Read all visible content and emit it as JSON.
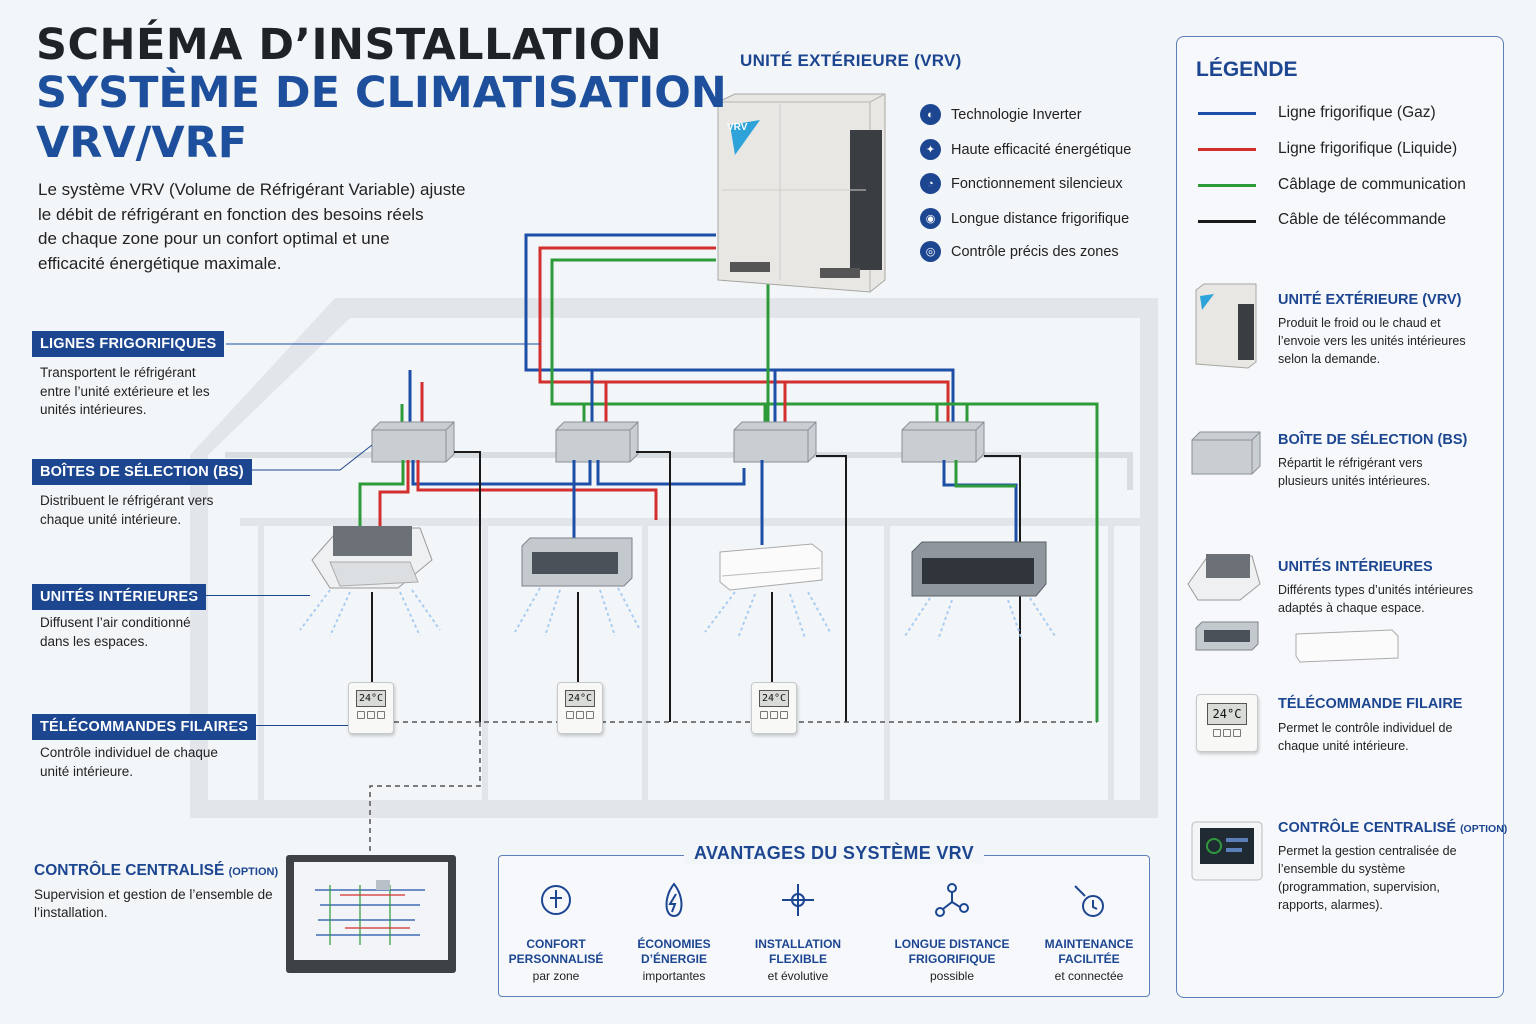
{
  "title": {
    "line1": "SCHÉMA D’INSTALLATION",
    "line2": "SYSTÈME DE CLIMATISATION",
    "line3": "VRV/VRF"
  },
  "intro_lines": [
    "Le système VRV (Volume de Réfrigérant Variable) ajuste",
    "le débit de réfrigérant en fonction des besoins réels",
    "de chaque zone pour un confort optimal et une",
    "efficacité énergétique maximale."
  ],
  "side": {
    "lignes": {
      "label": "LIGNES FRIGORIFIQUES",
      "desc": "Transportent le réfrigérant entre l’unité extérieure et les unités intérieures."
    },
    "boites": {
      "label": "BOÎTES DE SÉLECTION (BS)",
      "desc": "Distribuent le réfrigérant vers chaque unité intérieure."
    },
    "unites": {
      "label": "UNITÉS INTÉRIEURES",
      "desc": "Diffusent l’air conditionné dans les espaces."
    },
    "telecommandes": {
      "label": "TÉLÉCOMMANDES FILAIRES",
      "desc": "Contrôle individuel de chaque unité intérieure."
    }
  },
  "outdoor": {
    "title": "UNITÉ EXTÉRIEURE (VRV)",
    "logo": "VRV",
    "features": [
      "Technologie Inverter",
      "Haute efficacité énergétique",
      "Fonctionnement silencieux",
      "Longue distance frigorifique",
      "Contrôle précis des zones"
    ]
  },
  "remotes": {
    "temp": "24°C"
  },
  "legend": {
    "title": "LÉGENDE",
    "lines": [
      {
        "label": "Ligne frigorifique (Gaz)",
        "color": "#1d4fa8"
      },
      {
        "label": "Ligne frigorifique (Liquide)",
        "color": "#d32f2f"
      },
      {
        "label": "Câblage de communication",
        "color": "#2e9b3a"
      },
      {
        "label": "Câble de télécommande",
        "color": "#1a1a1a"
      }
    ],
    "items": [
      {
        "title": "UNITÉ EXTÉRIEURE (VRV)",
        "desc": "Produit le froid ou le chaud et l’envoie vers les unités intérieures selon la demande."
      },
      {
        "title": "BOÎTE DE SÉLECTION (BS)",
        "desc": "Répartit le réfrigérant vers plusieurs unités intérieures."
      },
      {
        "title": "UNITÉS INTÉRIEURES",
        "desc": "Différents types d’unités intérieures adaptés à chaque espace."
      },
      {
        "title": "TÉLÉCOMMANDE FILAIRE",
        "desc": "Permet le contrôle individuel de chaque unité intérieure."
      },
      {
        "title": "CONTRÔLE CENTRALISÉ",
        "option": "(OPTION)",
        "desc": "Permet la gestion centralisée de l’ensemble du système (programmation, supervision, rapports, alarmes)."
      }
    ],
    "remote_temp": "24°C"
  },
  "central": {
    "title": "CONTRÔLE CENTRALISÉ",
    "option": "(OPTION)",
    "desc": "Supervision et gestion de l’ensemble de l’installation."
  },
  "advantages": {
    "title": "AVANTAGES DU SYSTÈME VRV",
    "items": [
      {
        "t1": "CONFORT",
        "t2": "PERSONNALISÉ",
        "sub": "par zone",
        "icon": "comfort-icon"
      },
      {
        "t1": "ÉCONOMIES",
        "t2": "D’ÉNERGIE",
        "sub": "importantes",
        "icon": "energy-icon"
      },
      {
        "t1": "INSTALLATION",
        "t2": "FLEXIBLE",
        "sub": "et évolutive",
        "icon": "flexible-icon"
      },
      {
        "t1": "LONGUE DISTANCE",
        "t2": "FRIGORIFIQUE",
        "sub": "possible",
        "icon": "distance-icon"
      },
      {
        "t1": "MAINTENANCE",
        "t2": "FACILITÉE",
        "sub": "et connectée",
        "icon": "maintenance-icon"
      }
    ]
  },
  "colors": {
    "gas": "#1d4fa8",
    "liquid": "#d32f2f",
    "comm": "#2e9b3a",
    "remote": "#1a1a1a",
    "accent": "#1d4691"
  }
}
